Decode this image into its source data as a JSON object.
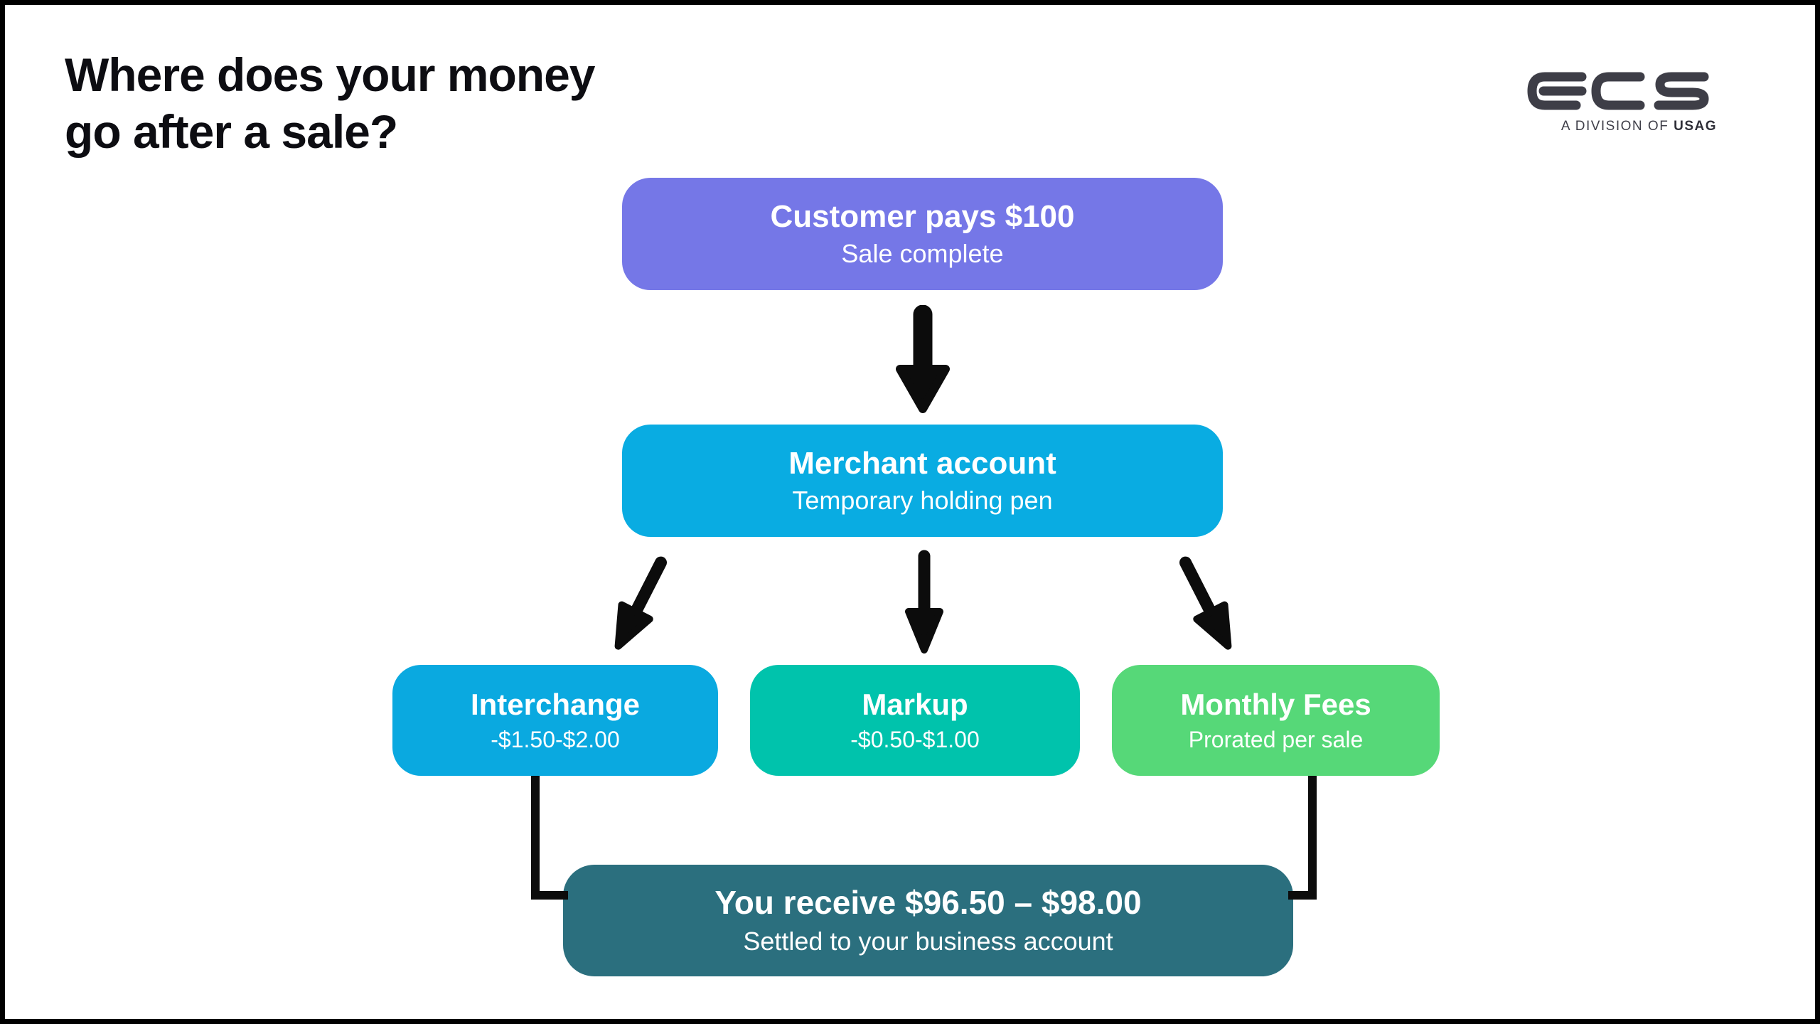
{
  "page": {
    "title_line1": "Where does your money",
    "title_line2": "go after a sale?",
    "background": "#ffffff",
    "border_color": "#000000"
  },
  "logo": {
    "brand": "ecs",
    "tagline_prefix": "A DIVISION OF",
    "tagline_brand": "USAG",
    "color": "#3E3E47"
  },
  "flow": {
    "arrow_color": "#0C0C0C",
    "connector_color": "#0C0C0C",
    "customer": {
      "title": "Customer pays $100",
      "subtitle": "Sale complete",
      "color": "#7577E7"
    },
    "merchant": {
      "title": "Merchant account",
      "subtitle": "Temporary holding pen",
      "color": "#09ACE2"
    },
    "interchange": {
      "title": "Interchange",
      "subtitle": "-$1.50-$2.00",
      "color": "#0AA9E0"
    },
    "markup": {
      "title": "Markup",
      "subtitle": "-$0.50-$1.00",
      "color": "#00C3AC"
    },
    "monthly_fees": {
      "title": "Monthly Fees",
      "subtitle": "Prorated per sale",
      "color": "#56D878"
    },
    "receive": {
      "title": "You receive $96.50 – $98.00",
      "subtitle": "Settled to your business account",
      "color": "#2B6F7E"
    }
  }
}
